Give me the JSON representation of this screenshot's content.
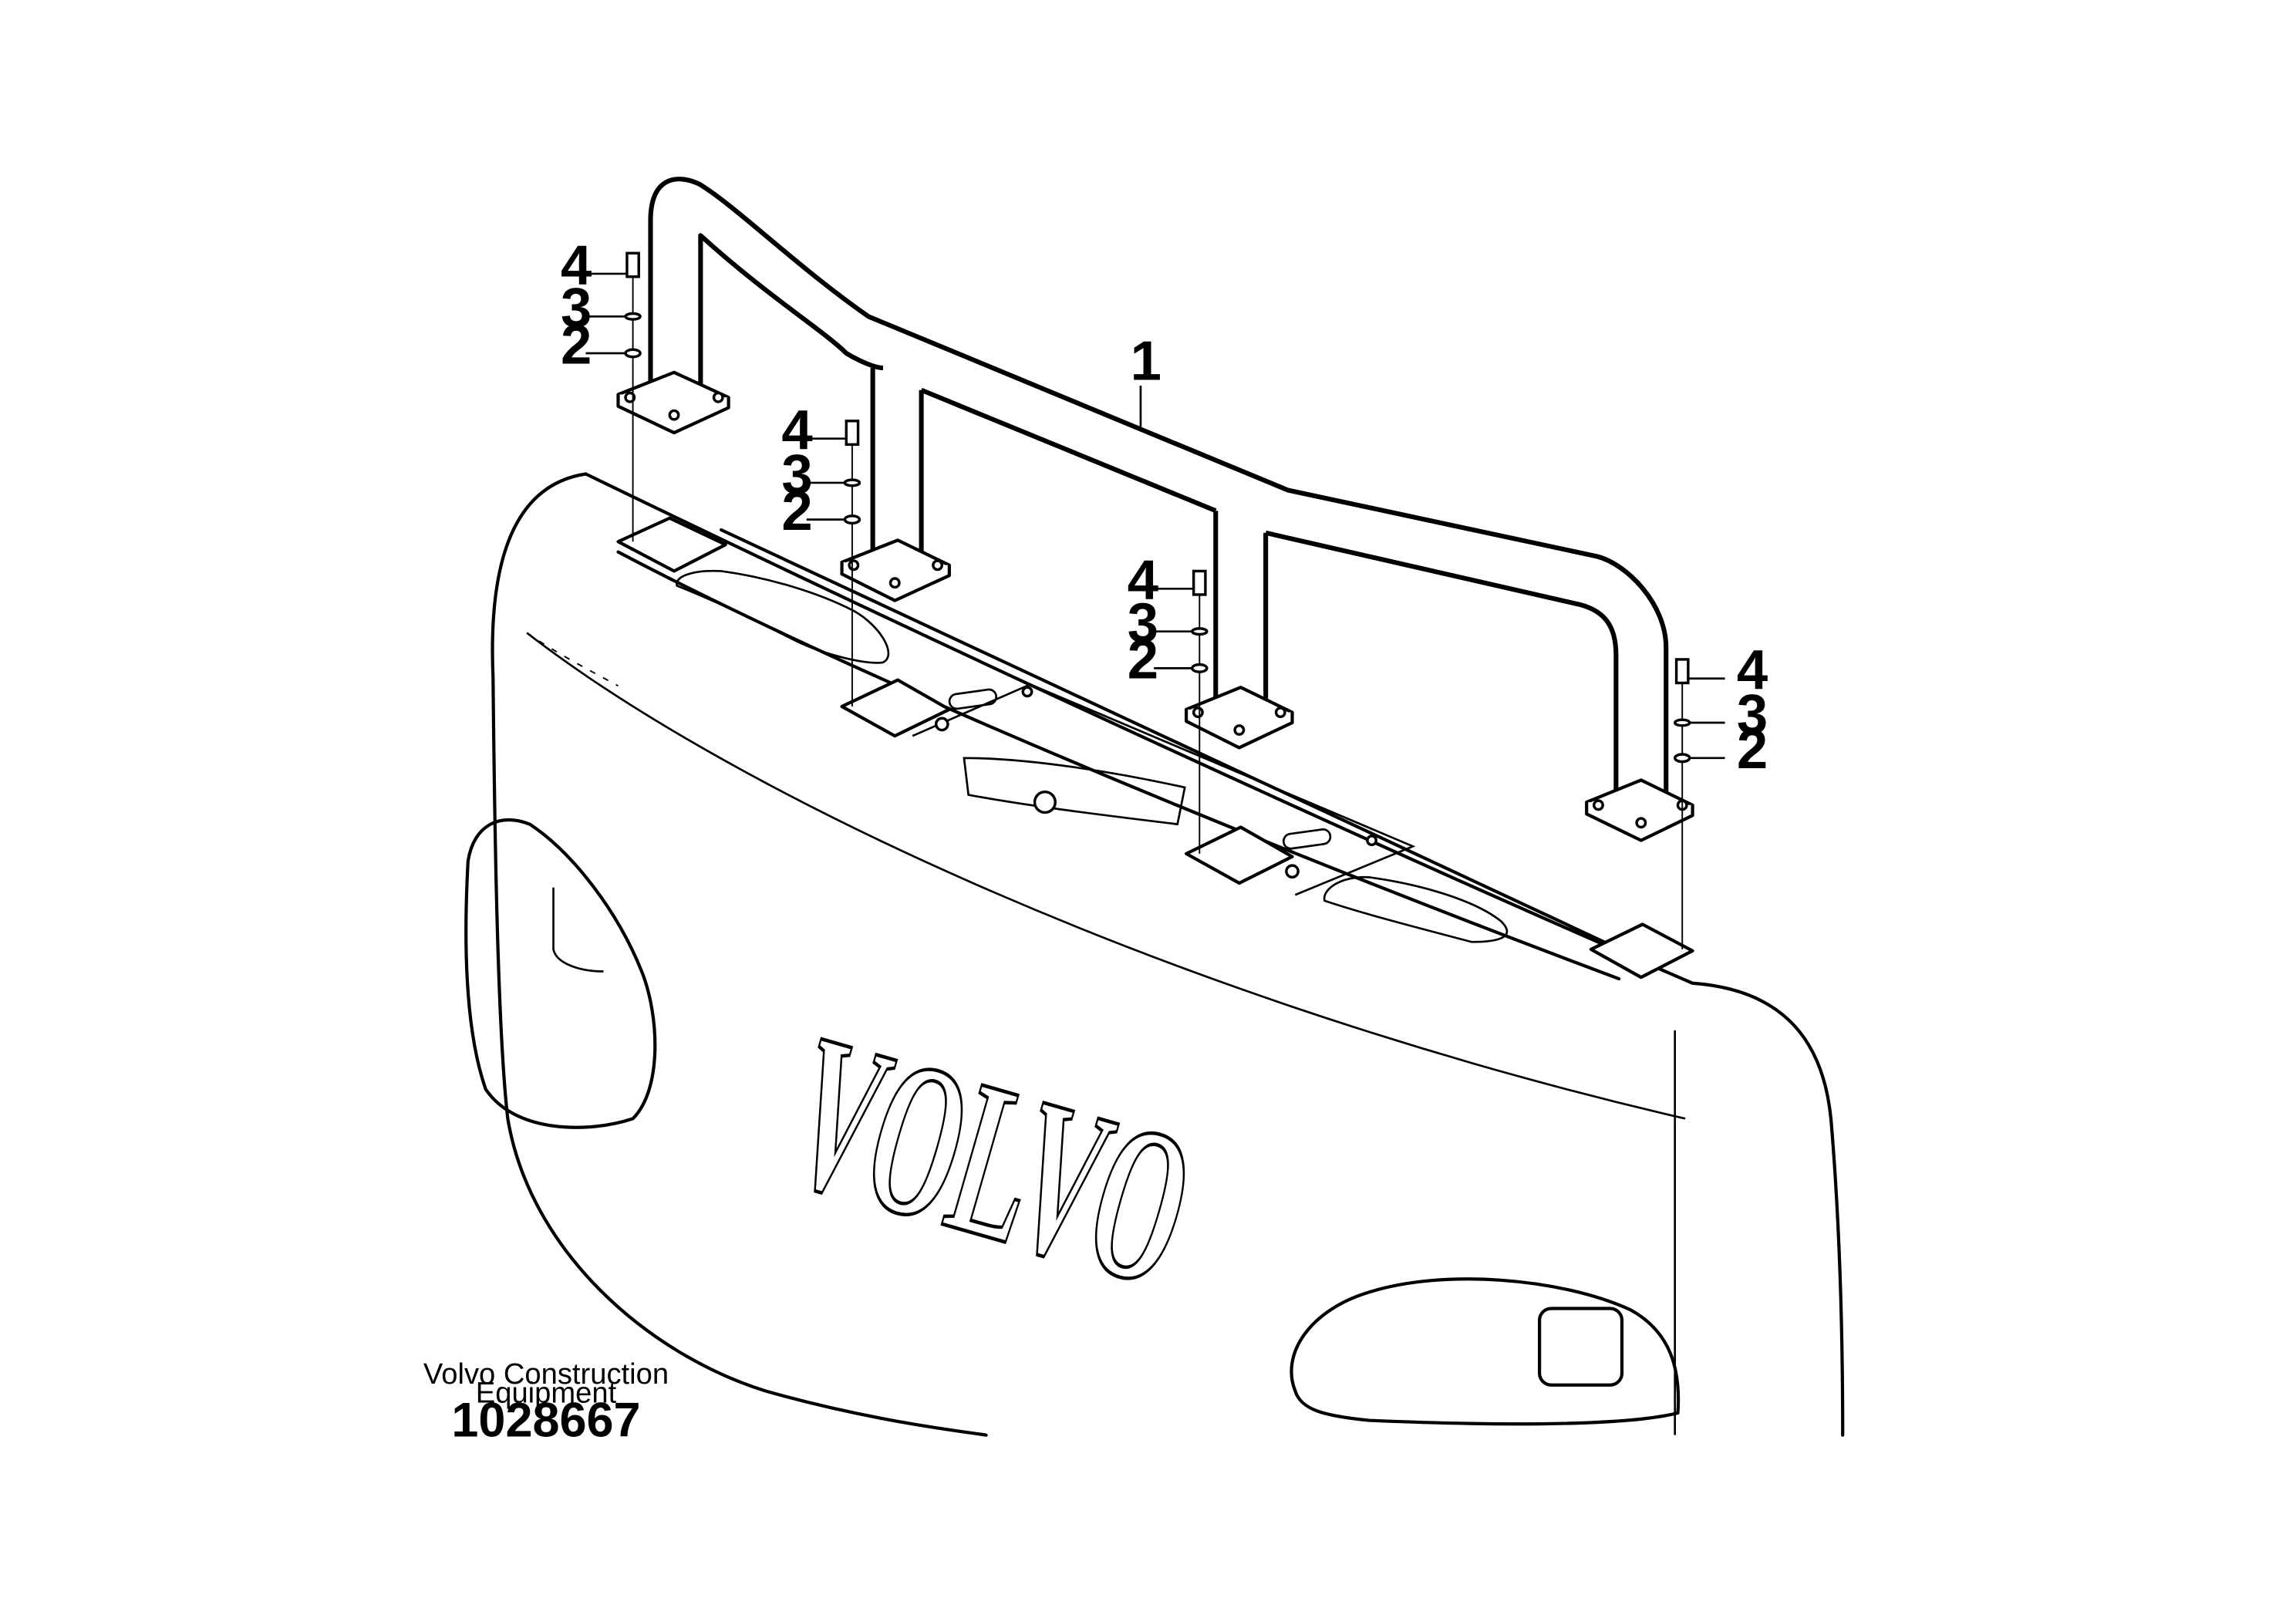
{
  "drawing": {
    "part_callouts": {
      "main": "1",
      "items": [
        {
          "washer_a": "2",
          "washer_b": "3",
          "bolt": "4"
        },
        {
          "washer_a": "2",
          "washer_b": "3",
          "bolt": "4"
        },
        {
          "washer_a": "2",
          "washer_b": "3",
          "bolt": "4"
        },
        {
          "washer_a": "2",
          "washer_b": "3",
          "bolt": "4"
        }
      ]
    },
    "brand_logo": "VOLVO",
    "caption": {
      "line1": "Volvo Construction",
      "line2": "Equipment",
      "figure_number": "1028667"
    }
  }
}
